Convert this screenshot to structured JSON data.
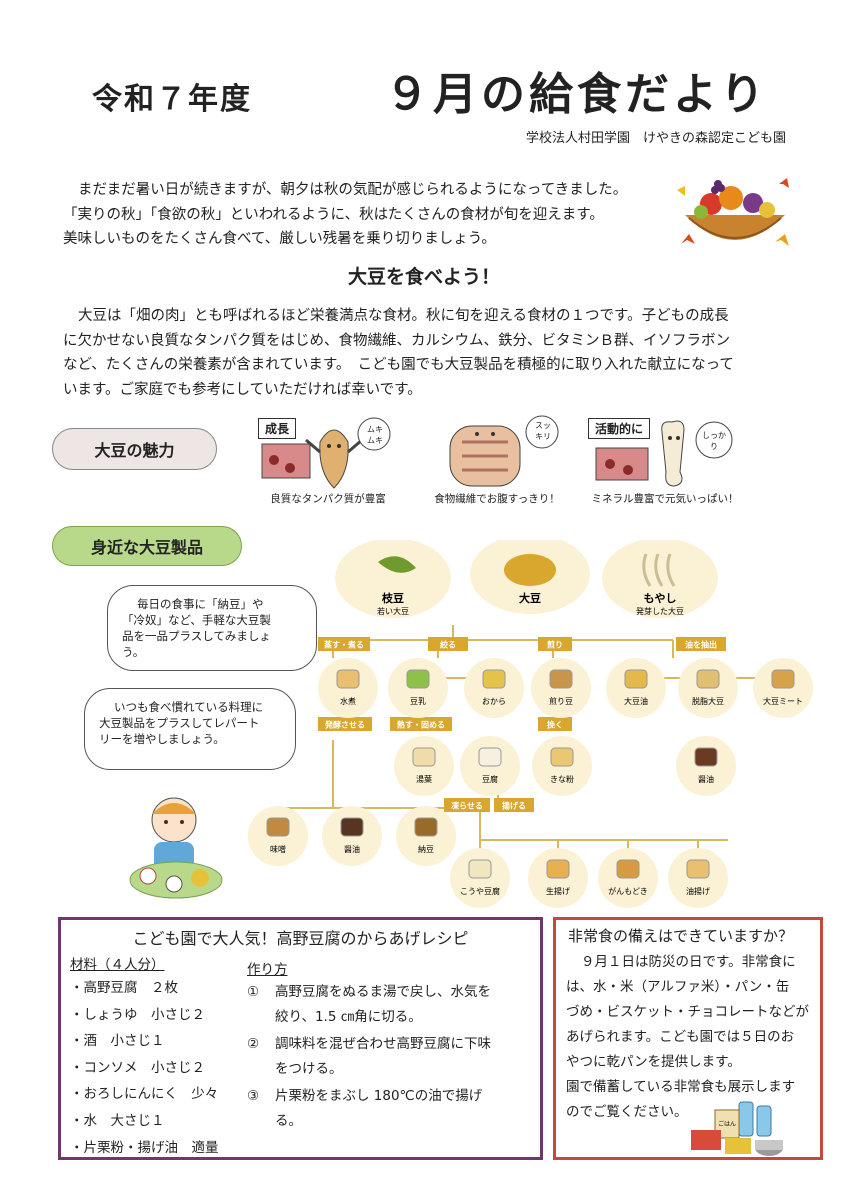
{
  "header": {
    "year": "令和７年度",
    "title": "９月の給食だより",
    "organization": "学校法人村田学園　けやきの森認定こども園"
  },
  "intro": {
    "line1": "まだまだ暑い日が続きますが、朝夕は秋の気配が感じられるようになってきました。",
    "line2": "「実りの秋」「食欲の秋」といわれるように、秋はたくさんの食材が旬を迎えます。",
    "line3": "美味しいものをたくさん食べて、厳しい残暑を乗り切りましょう。"
  },
  "soy_section": {
    "title": "大豆を食べよう！",
    "line1": "大豆は「畑の肉」とも呼ばれるほど栄養満点な食材。秋に旬を迎える食材の１つです。子どもの成長",
    "line2": "に欠かせない良質なタンパク質をはじめ、食物繊維、カルシウム、鉄分、ビタミンＢ群、イソフラボン",
    "line3": "など、たくさんの栄養素が含まれています。　こども園でも大豆製品を積極的に取り入れた献立になって",
    "line4": "います。ご家庭でも参考にしていただければ幸いです。"
  },
  "charm": {
    "pill_label": "大豆の魅力",
    "items": [
      {
        "tag": "成長",
        "bubble": "ムキムキ",
        "caption": "良質なタンパク質が豊富"
      },
      {
        "tag": "",
        "bubble": "スッキリ",
        "caption": "食物繊維でお腹すっきり！"
      },
      {
        "tag": "活動的に",
        "bubble": "しっかり",
        "caption": "ミネラル豊富で元気いっぱい！"
      }
    ]
  },
  "products": {
    "pill_label": "身近な大豆製品",
    "bubble1": {
      "line1": "毎日の食事に「納豆」や",
      "line2": "「冷奴」など、手軽な大豆製",
      "line3": "品を一品プラスしてみましょ",
      "line4": "う。"
    },
    "bubble2": {
      "line1": "いつも食べ慣れている料理に",
      "line2": "大豆製品をプラスしてレパート",
      "line3": "リーを増やしましょう。"
    },
    "tree": {
      "top": [
        {
          "name": "枝豆",
          "sub": "若い大豆",
          "color": "#6f9a2c"
        },
        {
          "name": "大豆",
          "sub": "",
          "color": "#d9a62e"
        },
        {
          "name": "もやし",
          "sub": "発芽した大豆",
          "color": "#d8cfa4"
        }
      ],
      "processes": [
        "蒸す・煮る",
        "絞る",
        "煎り",
        "油を抽出"
      ],
      "row1": [
        {
          "name": "水煮",
          "color": "#e8c070"
        },
        {
          "name": "豆乳",
          "color": "#8fc04a"
        },
        {
          "name": "おから",
          "color": "#e6c24a"
        },
        {
          "name": "煎り豆",
          "color": "#c8954a"
        },
        {
          "name": "大豆油",
          "color": "#e6b84a"
        },
        {
          "name": "脱脂大豆",
          "color": "#e0c070"
        },
        {
          "name": "大豆ミート",
          "color": "#d8a24a"
        }
      ],
      "sub_processes": [
        "発酵させる",
        "熱す・固める",
        "挽く",
        "発酵させる"
      ],
      "row2": [
        {
          "name": "湯葉",
          "color": "#f0dca8"
        },
        {
          "name": "豆腐",
          "color": "#f5f0e0"
        },
        {
          "name": "きな粉",
          "color": "#e8c870"
        },
        {
          "name": "醤油",
          "color": "#6b3a22"
        }
      ],
      "tofu_processes": [
        "凍らせる",
        "揚げる"
      ],
      "row3": [
        {
          "name": "味噌",
          "color": "#c28a40"
        },
        {
          "name": "醤油",
          "color": "#5a3422"
        },
        {
          "name": "納豆",
          "color": "#9a6a2a"
        },
        {
          "name": "こうや豆腐",
          "color": "#f0e6c0"
        },
        {
          "name": "生揚げ",
          "color": "#e8b050"
        },
        {
          "name": "がんもどき",
          "color": "#d89a40"
        },
        {
          "name": "油揚げ",
          "color": "#e8c070"
        }
      ]
    }
  },
  "recipe": {
    "title": "こども園で大人気！高野豆腐のからあげレシピ",
    "ingredients_heading": "材料（４人分）",
    "ingredients": [
      "・高野豆腐　２枚",
      "・しょうゆ　小さじ２",
      "・酒　小さじ１",
      "・コンソメ　小さじ２",
      "・おろしにんにく　少々",
      "・水　大さじ１",
      "・片栗粉・揚げ油　適量"
    ],
    "steps_heading": "作り方",
    "steps": [
      {
        "num": "①",
        "line1": "高野豆腐をぬるま湯で戻し、水気を",
        "line2": "絞り、1.5 ㎝角に切る。"
      },
      {
        "num": "②",
        "line1": "調味料を混ぜ合わせ高野豆腐に下味",
        "line2": "をつける。"
      },
      {
        "num": "③",
        "line1": "片栗粉をまぶし 180℃の油で揚げ",
        "line2": "る。"
      }
    ]
  },
  "emergency": {
    "title": "非常食の備えはできていますか？",
    "line1": "９月１日は防災の日です。非常食に",
    "line2": "は、水・米（アルファ米）・パン・缶",
    "line3": "づめ・ビスケット・チョコレートなどが",
    "line4": "あげられます。こども園では５日のお",
    "line5": "やつに乾パンを提供します。",
    "line6": "園で備蓄している非常食も展示します",
    "line7": "のでご覧ください。",
    "supply_label": "ごはん"
  }
}
